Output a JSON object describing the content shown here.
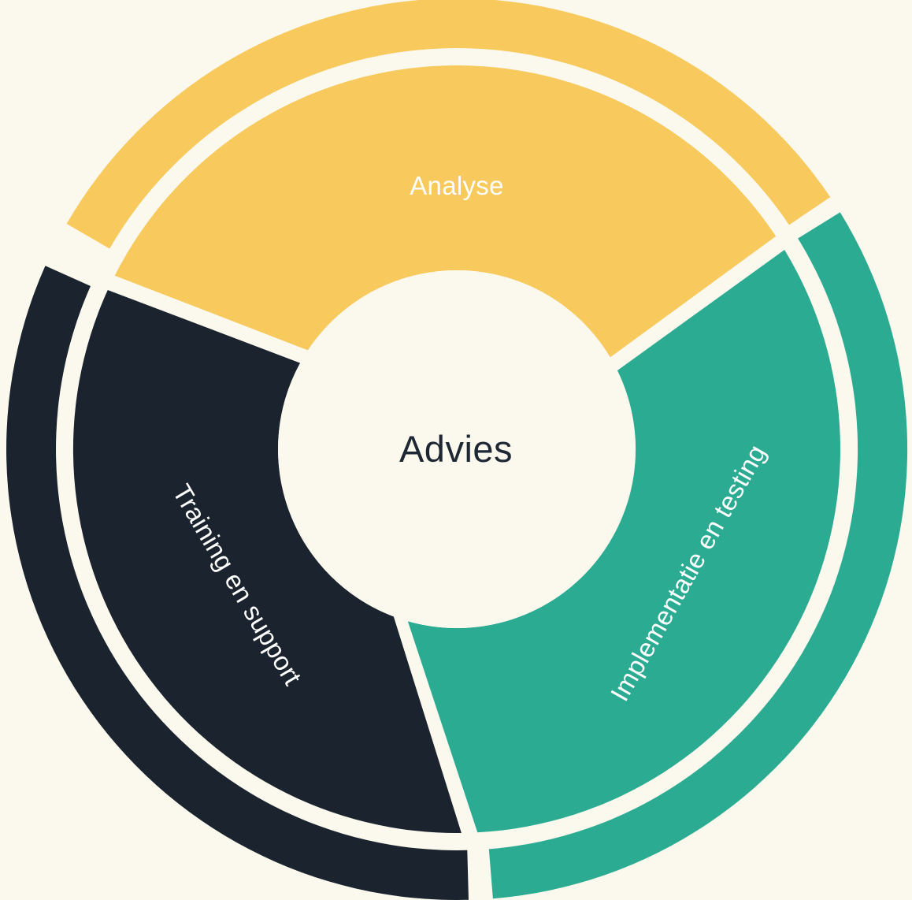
{
  "diagram": {
    "background_color": "#FBF9EE",
    "center_label": "Advies",
    "center_label_color": "#1E2834",
    "label_color": "#FFFFFF",
    "segments": [
      {
        "id": "analyse",
        "label": "Analyse",
        "color": "#F8C95C"
      },
      {
        "id": "implementatie-en-testing",
        "label": "Implementatie en testing",
        "color": "#2BAB91"
      },
      {
        "id": "training-en-support",
        "label": "Training en support",
        "color": "#1B242E"
      }
    ]
  }
}
